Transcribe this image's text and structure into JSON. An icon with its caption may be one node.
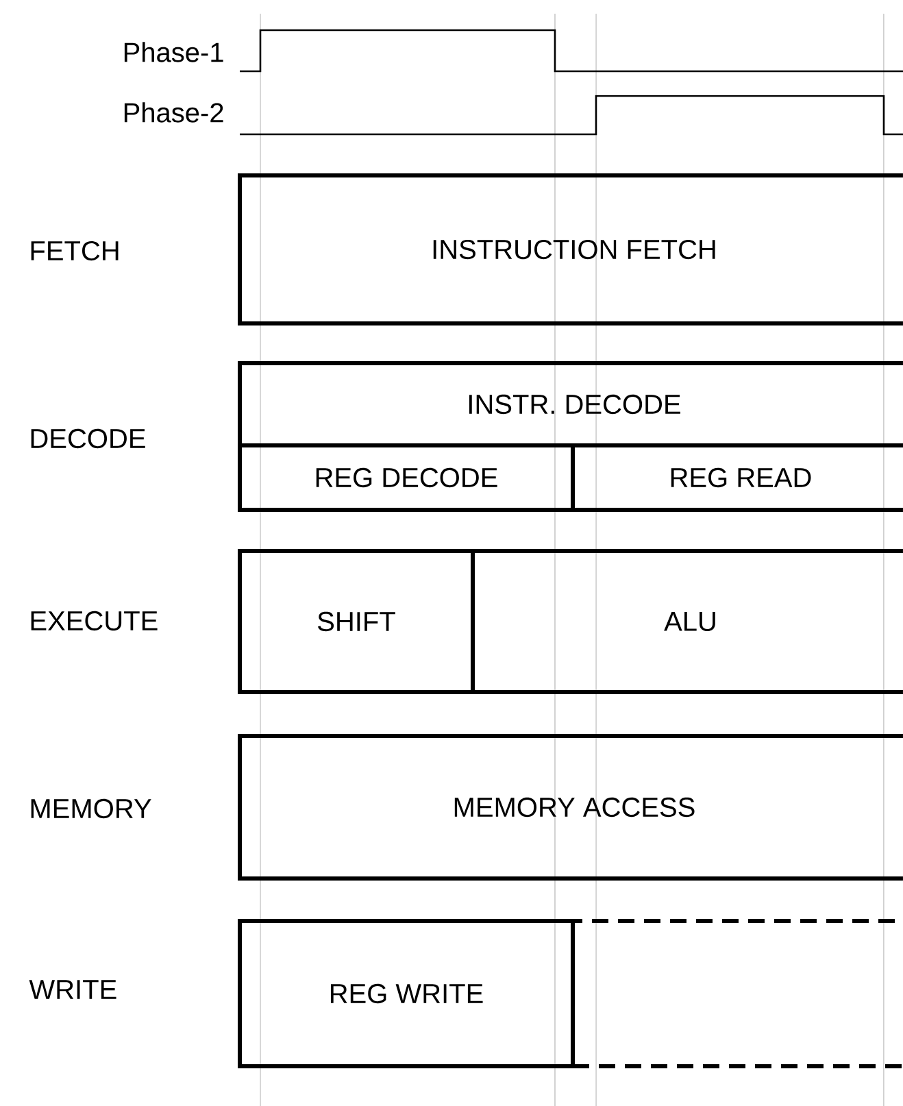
{
  "diagram": {
    "nodes": [
      {
        "text": [
          "INSTRUCTION FETCH"
        ]
      },
      {
        "text": [
          "INSTR. DECODE"
        ]
      },
      {
        "text": [
          "REG DECODE"
        ]
      },
      {
        "text": [
          "REG READ"
        ]
      },
      {
        "text": [
          "SHIFT"
        ]
      },
      {
        "text": [
          "ALU"
        ]
      },
      {
        "text": [
          "MEMORY ACCESS"
        ]
      },
      {
        "text": [
          "REG WRITE"
        ]
      },
      {
        "text": [],
        "shape": "box"
      }
    ],
    "labels": [
      "Phase-1",
      "Phase-2",
      "FETCH",
      "DECODE",
      "EXECUTE",
      "MEMORY",
      "WRITE"
    ]
  }
}
